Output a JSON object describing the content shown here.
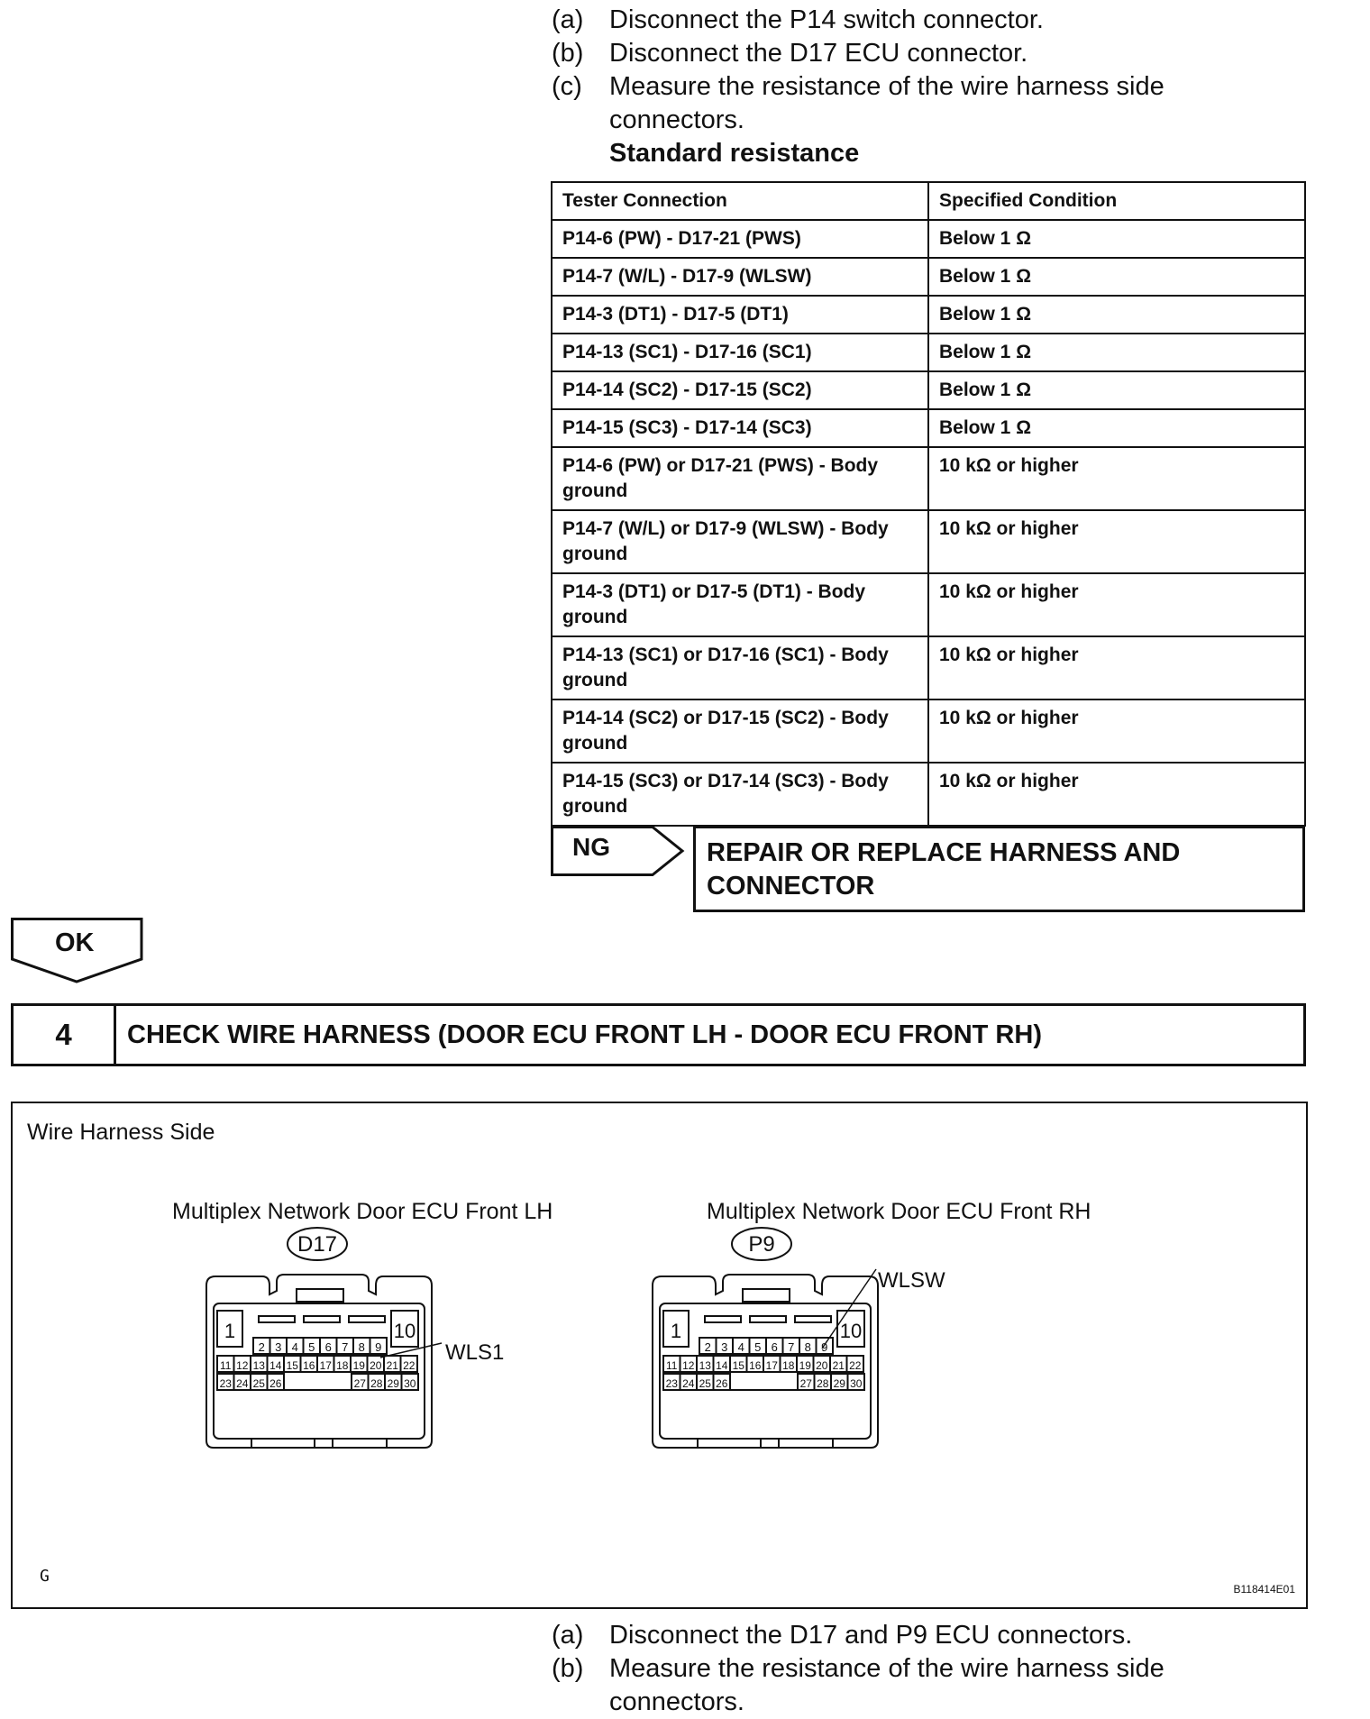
{
  "steps_top": [
    {
      "label": "(a)",
      "text": "Disconnect the P14 switch connector."
    },
    {
      "label": "(b)",
      "text": "Disconnect the D17 ECU connector."
    },
    {
      "label": "(c)",
      "text": "Measure the resistance of the wire harness side connectors."
    }
  ],
  "standard_heading": "Standard resistance",
  "table": {
    "headers": [
      "Tester Connection",
      "Specified Condition"
    ],
    "rows": [
      [
        "P14-6 (PW) - D17-21 (PWS)",
        "Below 1 Ω"
      ],
      [
        "P14-7 (W/L) - D17-9 (WLSW)",
        "Below 1 Ω"
      ],
      [
        "P14-3 (DT1) - D17-5 (DT1)",
        "Below 1 Ω"
      ],
      [
        "P14-13 (SC1) - D17-16 (SC1)",
        "Below 1 Ω"
      ],
      [
        "P14-14 (SC2) - D17-15 (SC2)",
        "Below 1 Ω"
      ],
      [
        "P14-15 (SC3) - D17-14 (SC3)",
        "Below 1 Ω"
      ],
      [
        "P14-6 (PW) or D17-21 (PWS) - Body ground",
        "10 kΩ or higher"
      ],
      [
        "P14-7 (W/L) or D17-9 (WLSW) - Body ground",
        "10 kΩ or higher"
      ],
      [
        "P14-3 (DT1) or D17-5 (DT1) - Body ground",
        "10 kΩ or higher"
      ],
      [
        "P14-13 (SC1) or D17-16 (SC1) - Body ground",
        "10 kΩ or higher"
      ],
      [
        "P14-14 (SC2) or D17-15 (SC2) - Body ground",
        "10 kΩ or higher"
      ],
      [
        "P14-15 (SC3) or D17-14 (SC3) - Body ground",
        "10 kΩ or higher"
      ]
    ]
  },
  "ng": {
    "label": "NG",
    "action": "REPAIR OR REPLACE HARNESS AND CONNECTOR"
  },
  "ok_label": "OK",
  "step": {
    "number": "4",
    "title": "CHECK WIRE HARNESS (DOOR ECU FRONT LH - DOOR ECU FRONT RH)"
  },
  "figure": {
    "caption": "Wire Harness Side",
    "left": {
      "title": "Multiplex Network Door ECU Front LH",
      "connector": "D17",
      "wire_label": "WLS1"
    },
    "right": {
      "title": "Multiplex Network Door ECU Front RH",
      "connector": "P9",
      "wire_label": "WLSW"
    },
    "corner_mark": "G",
    "figure_id": "B118414E01",
    "pins": {
      "big_left": "1",
      "big_right": "10",
      "row1": [
        "2",
        "3",
        "4",
        "5",
        "6",
        "7",
        "8",
        "9"
      ],
      "row2": [
        "11",
        "12",
        "13",
        "14",
        "15",
        "16",
        "17",
        "18",
        "19",
        "20",
        "21",
        "22"
      ],
      "row3a": [
        "23",
        "24",
        "25",
        "26"
      ],
      "row3b": [
        "27",
        "28",
        "29",
        "30"
      ]
    }
  },
  "steps_bottom": [
    {
      "label": "(a)",
      "text": "Disconnect the D17 and  P9 ECU connectors."
    },
    {
      "label": "(b)",
      "text": "Measure the resistance of the wire harness side connectors."
    }
  ]
}
